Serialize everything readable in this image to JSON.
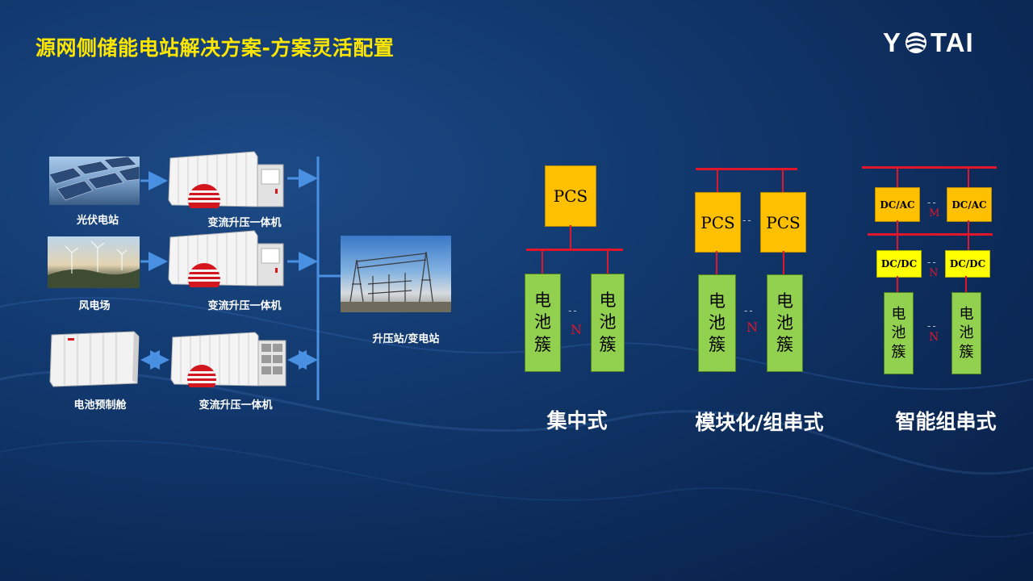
{
  "slide": {
    "title": "源网侧储能电站解决方案-方案灵活配置",
    "logo": {
      "left": "Y",
      "right": "TAI"
    }
  },
  "left_diagram": {
    "sources": [
      {
        "caption": "光伏电站",
        "icon": "solar-panel-photo"
      },
      {
        "caption": "风电场",
        "icon": "wind-farm-photo"
      },
      {
        "caption": "电池预制舱",
        "icon": "battery-container-photo"
      }
    ],
    "converters": [
      {
        "caption": "变流升压一体机"
      },
      {
        "caption": "变流升压一体机"
      },
      {
        "caption": "变流升压一体机"
      }
    ],
    "substation": {
      "caption": "升压站/变电站",
      "icon": "substation-photo"
    },
    "colors": {
      "arrow": "#4a90e2",
      "bus": "#4a90e2",
      "emblem": "#d4161f"
    }
  },
  "centralized": {
    "label": "集中式",
    "pcs": "PCS",
    "battery": [
      "电",
      "池",
      "簇"
    ],
    "n": "N"
  },
  "modular": {
    "label": "模块化/组串式",
    "pcs": "PCS",
    "battery": [
      "电",
      "池",
      "簇"
    ],
    "n": "N"
  },
  "smart": {
    "label": "智能组串式",
    "dcac": "DC/AC",
    "dcdc": "DC/DC",
    "battery": [
      "电",
      "池",
      "簇"
    ],
    "m": "M",
    "n1": "N",
    "n2": "N"
  },
  "colors": {
    "bus_red": "#e0162b",
    "pcs": "#ffc000",
    "dcdc": "#ffff00",
    "battery": "#92d050",
    "title": "#ffe600"
  }
}
